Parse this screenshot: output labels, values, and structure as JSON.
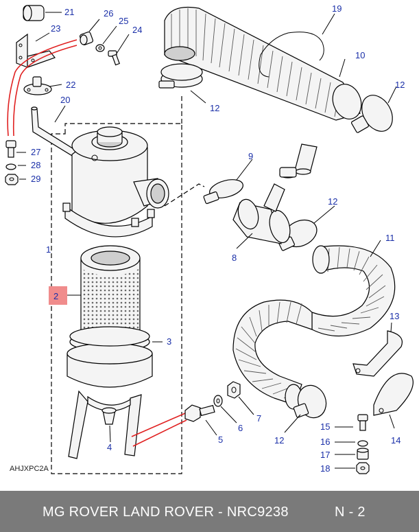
{
  "diagram": {
    "drawing_code": "AHJXPC2A",
    "callouts": [
      "21",
      "26",
      "25",
      "24",
      "23",
      "22",
      "20",
      "27",
      "28",
      "29",
      "1",
      "2",
      "3",
      "4",
      "5",
      "6",
      "7",
      "8",
      "9",
      "10",
      "11",
      "12",
      "12",
      "12",
      "12",
      "13",
      "14",
      "15",
      "16",
      "17",
      "18",
      "19"
    ],
    "highlight_color": "#f08c8c",
    "label_color": "#1a2fa8",
    "wire_color": "#e02020"
  },
  "footer": {
    "title": "MG ROVER LAND ROVER - NRC9238",
    "page": "N - 2",
    "background": "#7a7a7a"
  }
}
